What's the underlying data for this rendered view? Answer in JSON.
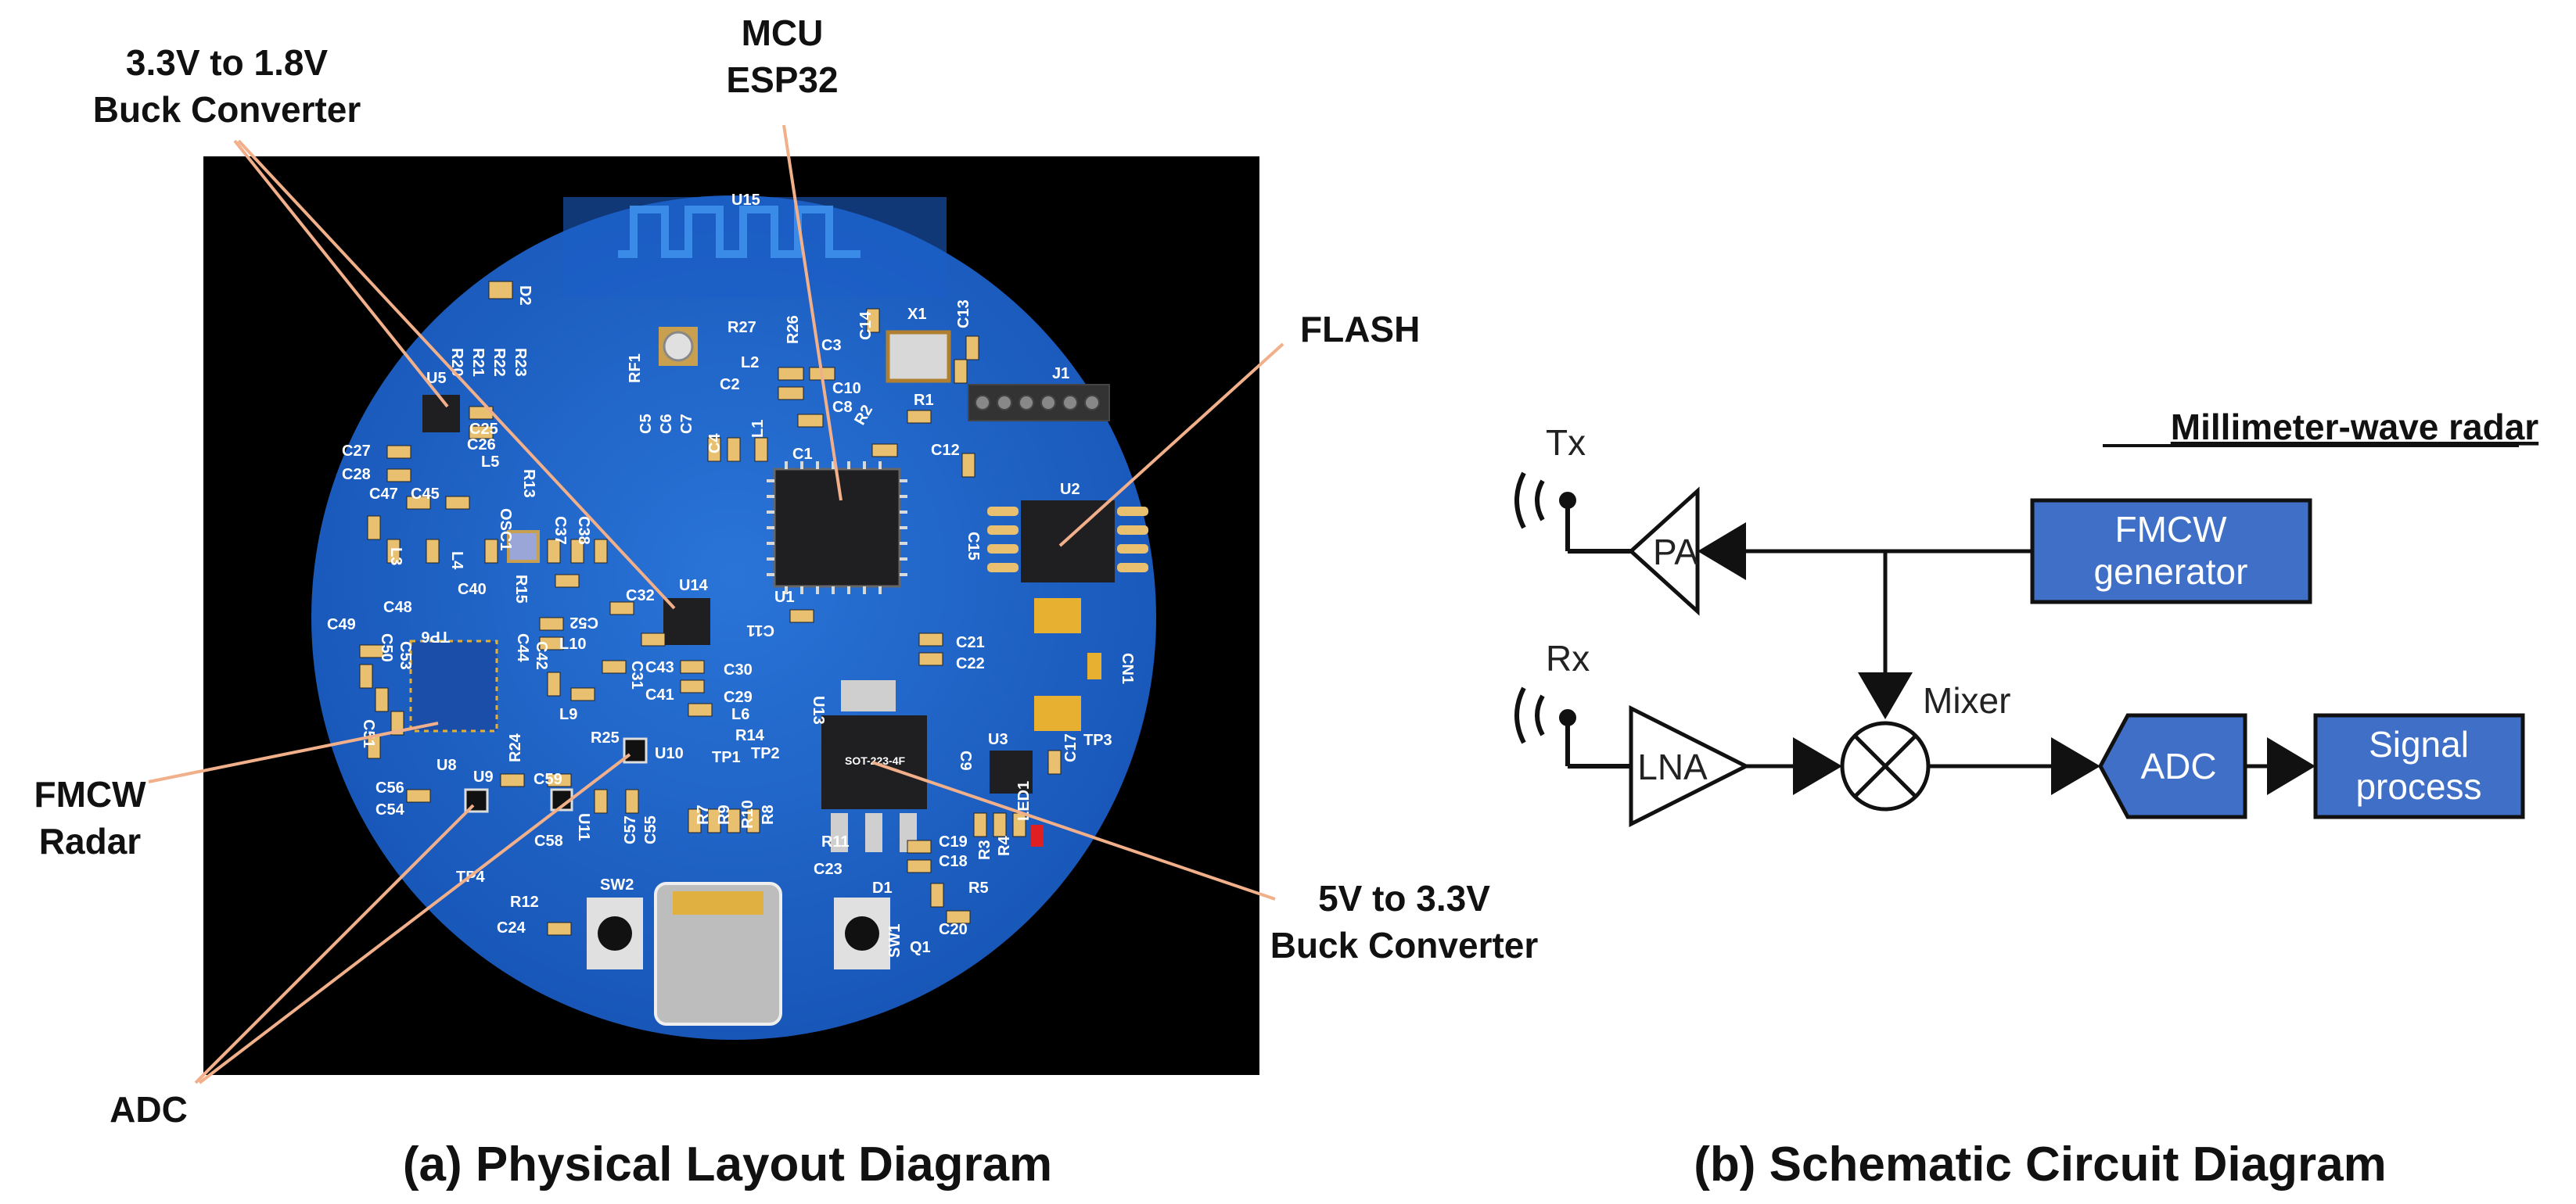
{
  "panel_a": {
    "caption": "(a) Physical Layout Diagram",
    "callouts": {
      "buck18_line1": "3.3V to 1.8V",
      "buck18_line2": "Buck Converter",
      "mcu_line1": "MCU",
      "mcu_line2": "ESP32",
      "flash": "FLASH",
      "fmcw_line1": "FMCW",
      "fmcw_line2": "Radar",
      "adc": "ADC",
      "buck33_line1": "5V to 3.3V",
      "buck33_line2": "Buck Converter"
    },
    "silkscreen": {
      "u15": "U15",
      "d2": "D2",
      "r20": "R20",
      "r21": "R21",
      "r22": "R22",
      "r23": "R23",
      "rf1": "RF1",
      "r27": "R27",
      "r26": "R26",
      "c14": "C14",
      "x1": "X1",
      "c13": "C13",
      "l2": "L2",
      "c3": "C3",
      "c2": "C2",
      "c10": "C10",
      "c8": "C8",
      "r2": "R2",
      "r1": "R1",
      "j1": "J1",
      "u5": "U5",
      "c25": "C25",
      "c26": "C26",
      "c27": "C27",
      "c28": "C28",
      "l5": "L5",
      "c5": "C5",
      "c6": "C6",
      "c7": "C7",
      "l1": "L1",
      "c4": "C4",
      "c1": "C1",
      "c12": "C12",
      "c47": "C47",
      "c45": "C45",
      "osc1": "OSC1",
      "r13": "R13",
      "c37": "C37",
      "c38": "C38",
      "u2": "U2",
      "c15": "C15",
      "l4": "L4",
      "l3": "L3",
      "r15": "R15",
      "c40": "C40",
      "c48": "C48",
      "c32": "C32",
      "u14": "U14",
      "u1": "U1",
      "c11": "C11",
      "c52": "C52",
      "tp6": "TP6",
      "c49": "C49",
      "c50": "C50",
      "c53": "C53",
      "l10": "L10",
      "c21": "C21",
      "c22": "C22",
      "cn1": "CN1",
      "c44": "C44",
      "c42": "C42",
      "c43": "C43",
      "c30": "C30",
      "c31": "C31",
      "c41": "C41",
      "l9": "L9",
      "c29": "C29",
      "l6": "L6",
      "u13": "U13",
      "c51": "C51",
      "u8": "U8",
      "r14": "R14",
      "r25": "R25",
      "tp1": "TP1",
      "tp2": "TP2",
      "u3": "U3",
      "c17": "C17",
      "tp3": "TP3",
      "u10": "U10",
      "u9": "U9",
      "r24": "R24",
      "c59": "C59",
      "c56": "C56",
      "c54": "C54",
      "c58": "C58",
      "u11": "U11",
      "c57": "C57",
      "c55": "C55",
      "r7": "R7",
      "r9": "R9",
      "r10": "R10",
      "r8": "R8",
      "c9": "C9",
      "r3": "R3",
      "r4": "R4",
      "led1": "LED1",
      "r11": "R11",
      "c19": "C19",
      "c18": "C18",
      "c23": "C23",
      "d1": "D1",
      "r5": "R5",
      "tp4": "TP4",
      "r12": "R12",
      "c24": "C24",
      "sw2": "SW2",
      "sw1": "SW1",
      "q1": "Q1",
      "c20": "C20",
      "u13_part": "SOT-223-4F"
    }
  },
  "panel_b": {
    "caption": "(b) Schematic Circuit Diagram",
    "title": "Millimeter-wave radar",
    "labels": {
      "tx": "Tx",
      "rx": "Rx",
      "pa": "PA",
      "lna": "LNA",
      "mixer": "Mixer",
      "fmcw_line1": "FMCW",
      "fmcw_line2": "generator",
      "adc": "ADC",
      "signal_line1": "Signal",
      "signal_line2": "process"
    },
    "colors": {
      "block_fill": "#3f6fc6",
      "block_stroke": "#111111"
    }
  },
  "colors": {
    "pcb_blue": "#1e63c8",
    "pcb_bg": "#000000",
    "leader": "#f2b08a"
  }
}
